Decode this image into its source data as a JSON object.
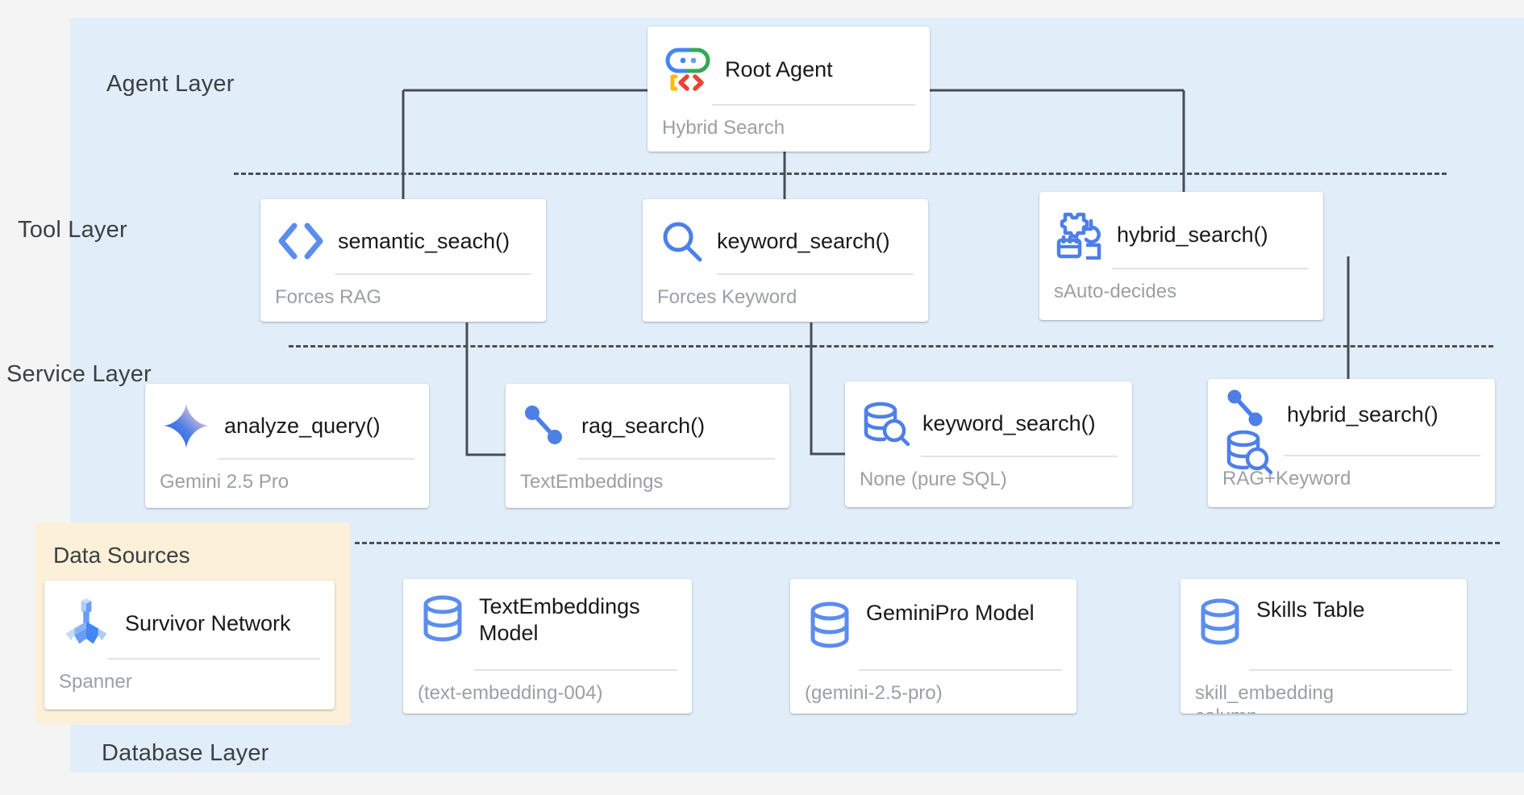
{
  "diagram": {
    "background_color": "#f4f4f5",
    "panel_color": "#e1eefa",
    "data_sources_panel_color": "#fdf0d9",
    "accent_color": "#4285f4",
    "line_color": "#474c51"
  },
  "layers": [
    {
      "id": "agent",
      "label": "Agent Layer"
    },
    {
      "id": "tool",
      "label": "Tool Layer"
    },
    {
      "id": "service",
      "label": "Service Layer"
    },
    {
      "id": "database",
      "label": "Database Layer"
    }
  ],
  "data_sources": {
    "title": "Data Sources",
    "cards": [
      {
        "title": "Survivor Network",
        "subtitle": "Spanner",
        "icon": "spanner-icon"
      }
    ]
  },
  "agent_layer": {
    "cards": [
      {
        "title": "Root Agent",
        "subtitle": "Hybrid Search",
        "icon": "adk-agent-icon"
      }
    ]
  },
  "tool_layer": {
    "cards": [
      {
        "title": "semantic_seach()",
        "subtitle": "Forces RAG",
        "icon": "code-brackets-icon"
      },
      {
        "title": "keyword_search()",
        "subtitle": "Forces Keyword",
        "icon": "magnifier-icon"
      },
      {
        "title": "hybrid_search()",
        "subtitle": "sAuto-decides",
        "icon": "gear-tune-icon"
      }
    ]
  },
  "service_layer": {
    "cards": [
      {
        "title": "analyze_query()",
        "subtitle": "Gemini 2.5 Pro",
        "icon": "gemini-spark-icon"
      },
      {
        "title": "rag_search()",
        "subtitle": "TextEmbeddings",
        "icon": "vector-link-icon"
      },
      {
        "title": "keyword_search()",
        "subtitle": "None (pure SQL)",
        "icon": "db-search-icon"
      },
      {
        "title": "hybrid_search()",
        "subtitle": "RAG+Keyword",
        "icon": "vector-db-search-icon"
      }
    ]
  },
  "database_layer": {
    "cards": [
      {
        "title": "TextEmbeddings Model",
        "subtitle": "(text-embedding-004)",
        "icon": "database-icon"
      },
      {
        "title": "GeminiPro Model",
        "subtitle": "(gemini-2.5-pro)",
        "icon": "database-icon"
      },
      {
        "title": "Skills Table",
        "subtitle": "skill_embedding\ncolumn",
        "icon": "database-icon"
      }
    ]
  }
}
